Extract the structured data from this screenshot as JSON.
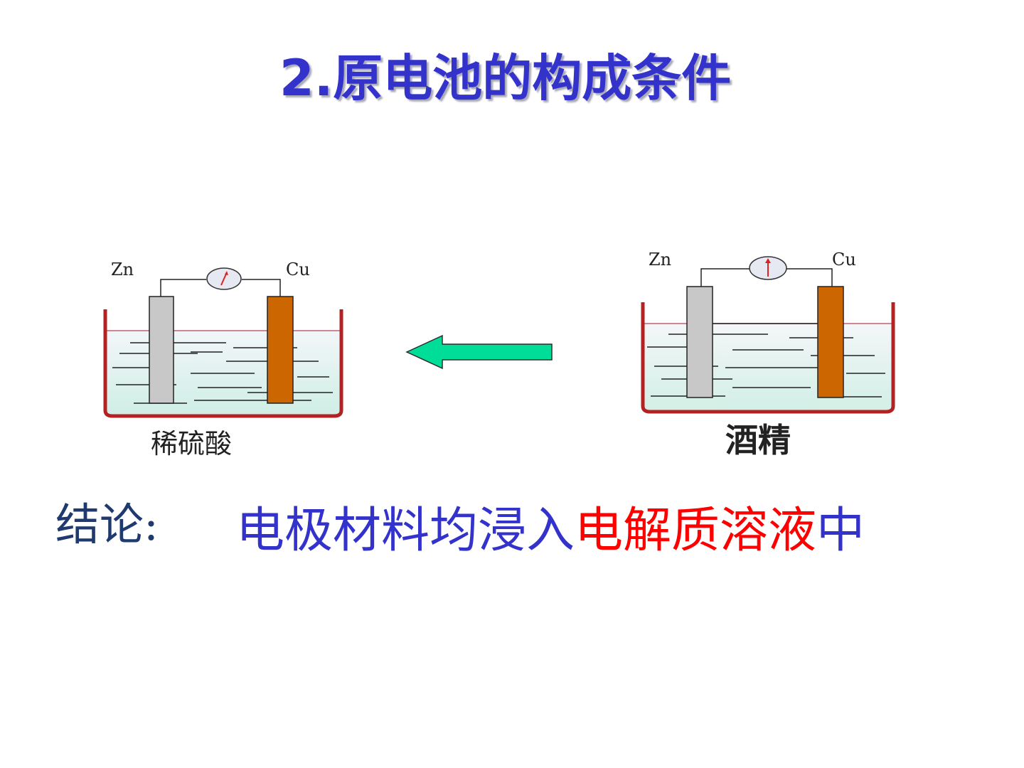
{
  "slide": {
    "title": "2.原电池的构成条件",
    "title_color": "#3333cc"
  },
  "cell_left": {
    "electrode_left_label": "Zn",
    "electrode_right_label": "Cu",
    "solution_label": "稀硫酸"
  },
  "cell_right": {
    "electrode_left_label": "Zn",
    "electrode_right_label": "Cu",
    "solution_label": "酒精"
  },
  "arrow": {
    "direction": "left",
    "color": "#00dd99"
  },
  "conclusion": {
    "label": "结论:",
    "text_before": "电极材料均浸入",
    "text_highlight": "电解质溶液",
    "text_after": "中",
    "highlight_color": "#ff0000"
  },
  "colors": {
    "zinc": "#c8c8c8",
    "copper": "#cc6600",
    "beaker": "#b22222"
  }
}
